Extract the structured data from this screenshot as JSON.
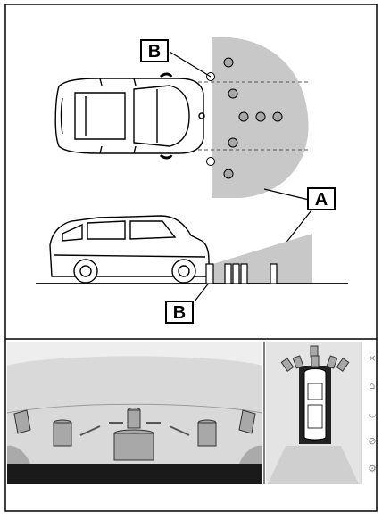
{
  "labels": {
    "area": "A",
    "sensor": "B",
    "sensor_bottom": "B"
  },
  "colors": {
    "detection_area": "#c8c8c8",
    "sensor_mark": "#ffffff",
    "obstacle_fill": "#a8a8a8",
    "screen_bg": "#d9d9d9",
    "screen_bar": "#1a1a1a"
  },
  "side_panel": {
    "icons": [
      "close-icon",
      "beacon-icon",
      "camera-icon",
      "sensor-off-icon",
      "settings-icon"
    ],
    "glyphs": [
      "×",
      "⌂",
      "◡",
      "⊘",
      "⚙"
    ]
  }
}
